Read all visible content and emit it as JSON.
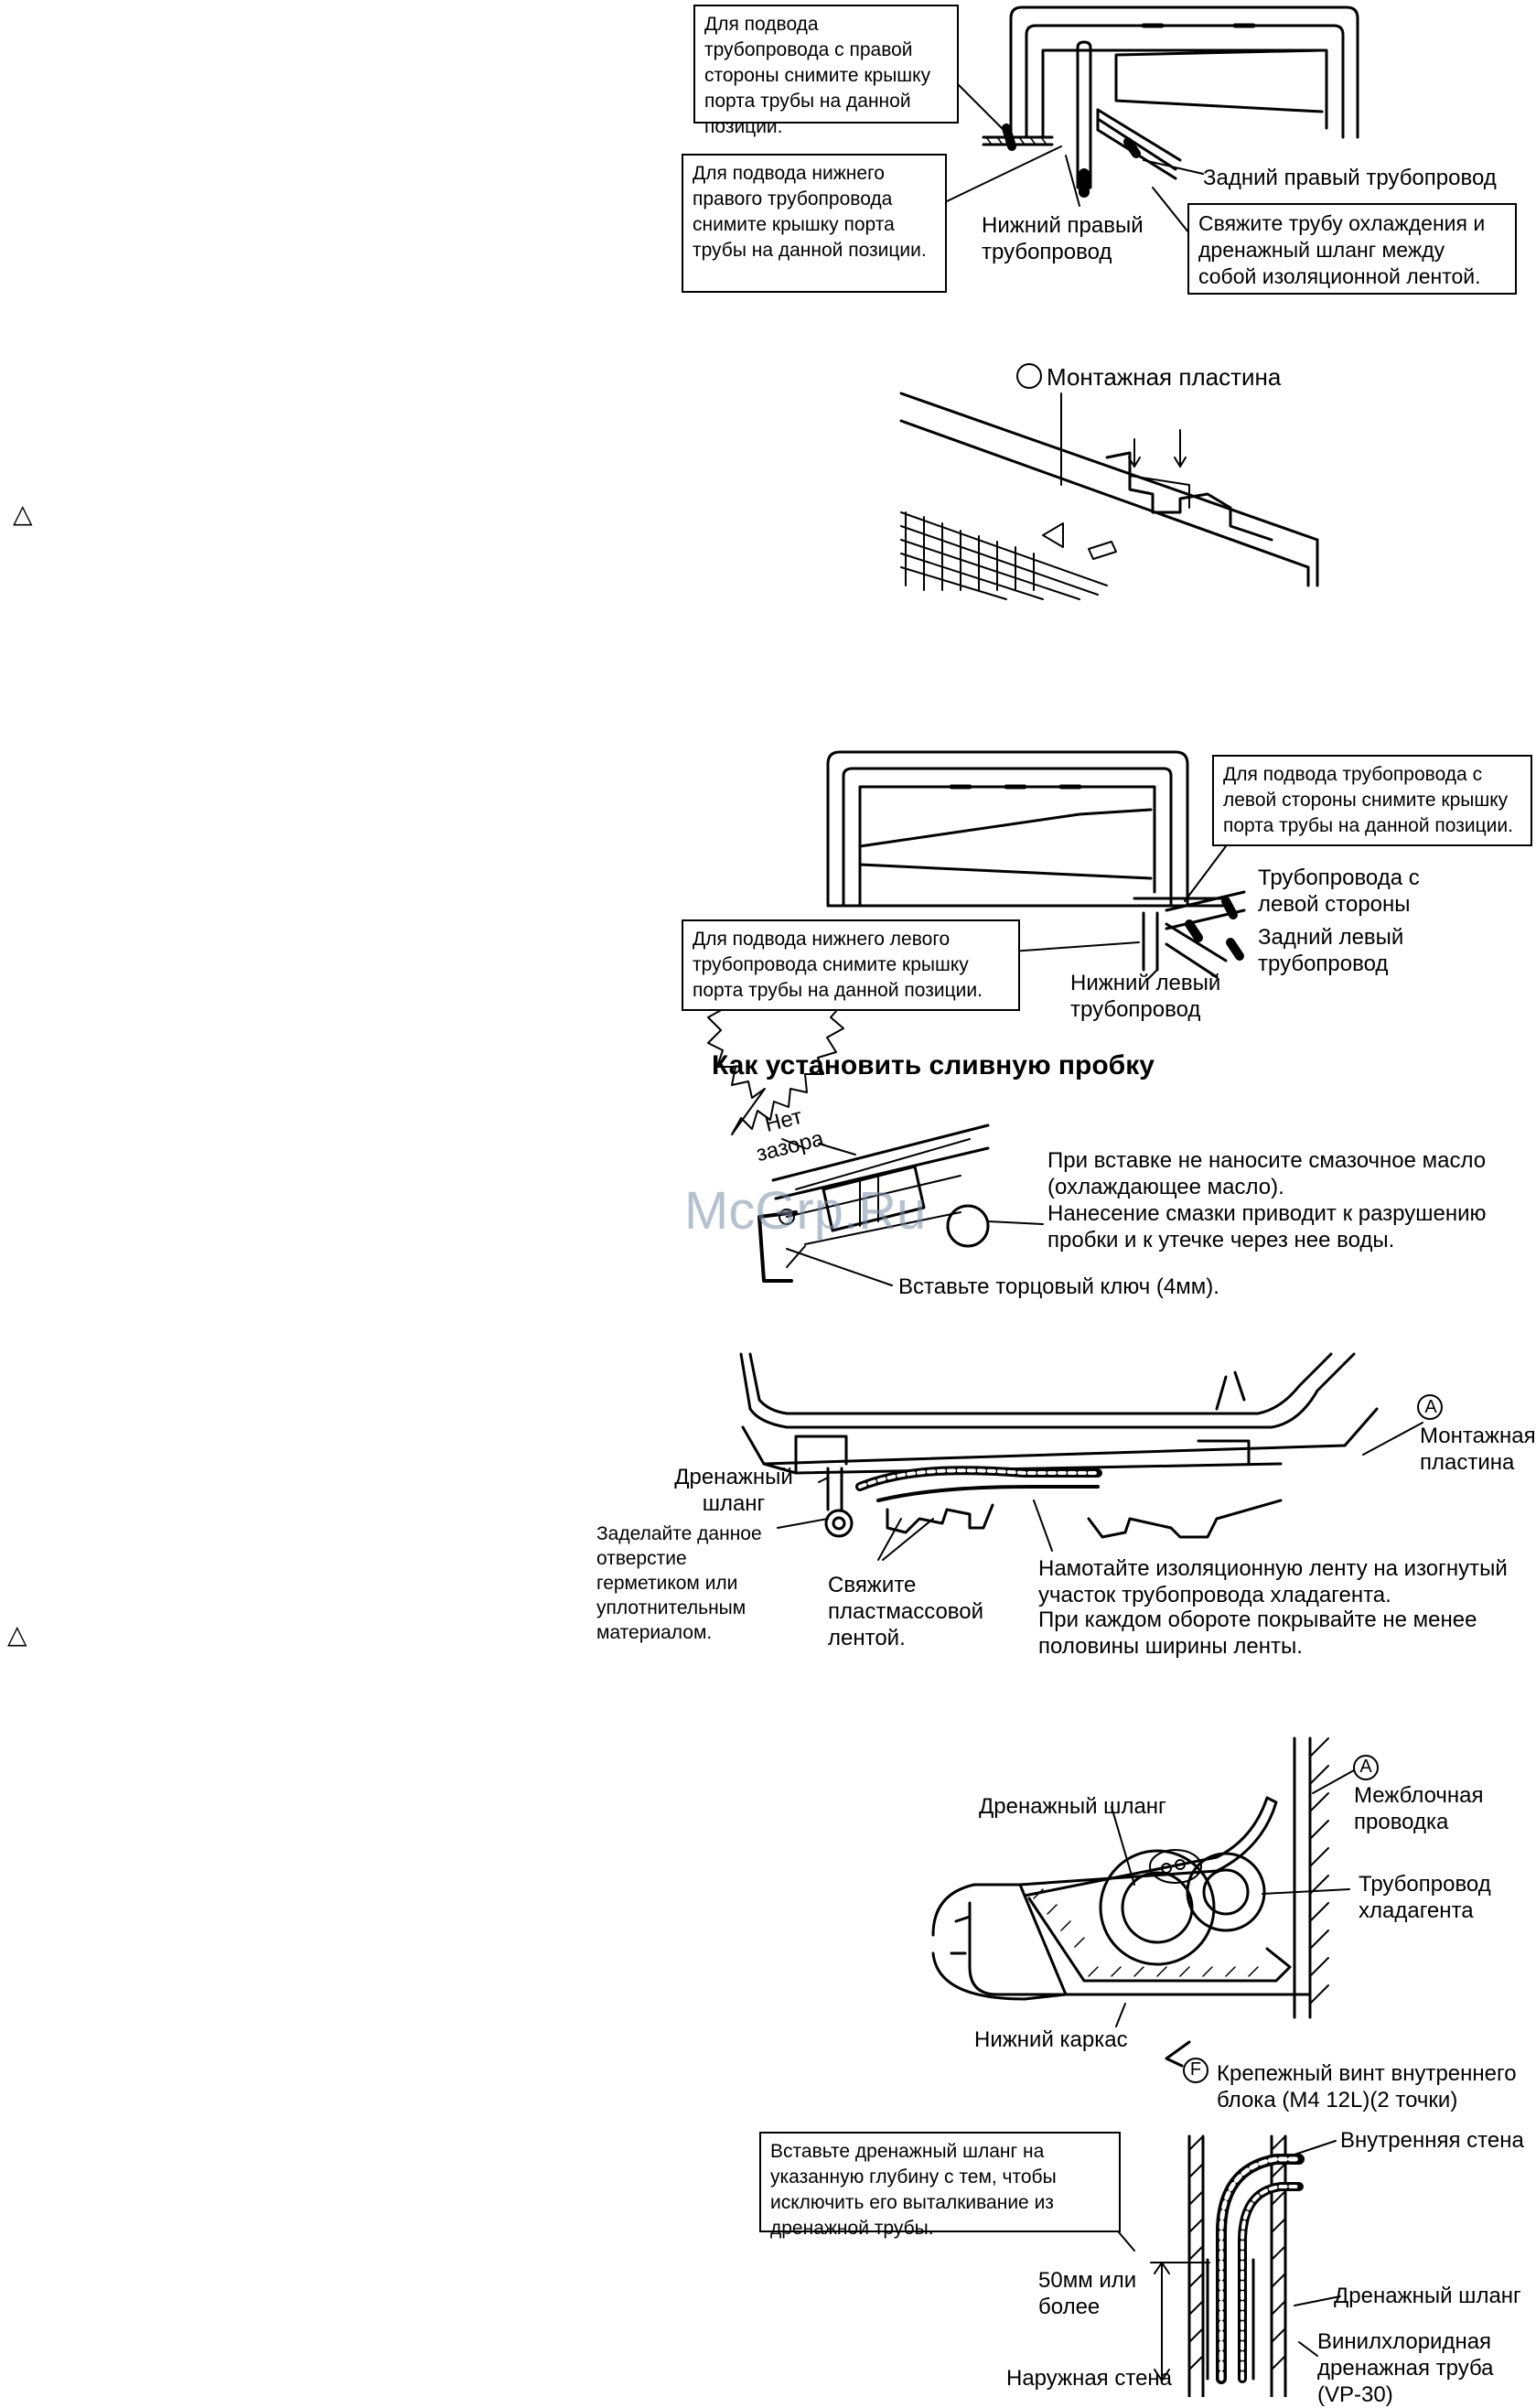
{
  "sec1": {
    "box_right": "Для подвода трубопровода с правой стороны снимите крышку порта трубы на данной позиции.",
    "box_lower_right": "Для подвода нижнего правого трубопровода снимите крышку порта трубы на данной позиции.",
    "rear_right": "Задний правый трубопровод",
    "lower_right": "Нижний правый трубопровод",
    "bind_box": "Свяжите трубу охлаждения и дренажный шланг между собой изоляционной лентой."
  },
  "sec2": {
    "mounting_plate": "Монтажная пластина"
  },
  "sec3": {
    "box_left": "Для подвода трубопровода с левой стороны снимите крышку порта трубы на данной позиции.",
    "left_side": "Трубопровода с левой стороны",
    "rear_left": "Задний левый трубопровод",
    "box_lower_left": "Для подвода нижнего левого трубопровода снимите крышку порта трубы на данной позиции.",
    "lower_left": "Нижний левый трубопровод"
  },
  "sec4": {
    "title": "Как установить сливную пробку",
    "no_gap": "Нет зазора",
    "oil_note": "При вставке не наносите смазочное масло (охлаждающее масло).",
    "oil_note2": "Нанесение смазки приводит к разрушению пробки и к утечке через нее воды.",
    "wrench": "Вставьте торцовый ключ (4мм)."
  },
  "sec5": {
    "letter_a": "A",
    "mounting_plate": "Монтажная пластина",
    "drain_hose": "Дренажный шланг",
    "seal": "Заделайте данное отверстие герметиком или уплотнительным материалом.",
    "tie": "Свяжите пластмассовой лентой.",
    "wrap1": "Намотайте изоляционную ленту на изогнутый участок трубопровода хладагента.",
    "wrap2": "При каждом обороте покрывайте не менее половины ширины ленты."
  },
  "sec6": {
    "letter_a": "A",
    "interunit": "Межблочная проводка",
    "drain_hose": "Дренажный шланг",
    "refrigerant": "Трубопровод хладагента",
    "lower_frame": "Нижний каркас",
    "letter_f": "F",
    "screw": "Крепежный винт внутреннего блока (M4    12L)(2 точки)"
  },
  "sec7": {
    "box": "Вставьте дренажный шланг на указанную глубину с тем, чтобы исключить его выталкивание из дренажной трубы.",
    "inner_wall": "Внутренняя стена",
    "drain_hose": "Дренажный шланг",
    "depth": "50мм или более",
    "outer_wall": "Наружная стена",
    "pvc": "Винилхлоридная дренажная труба (VP-30)"
  },
  "misc": {
    "warning_glyph": "△",
    "watermark": "McGrp.Ru"
  }
}
